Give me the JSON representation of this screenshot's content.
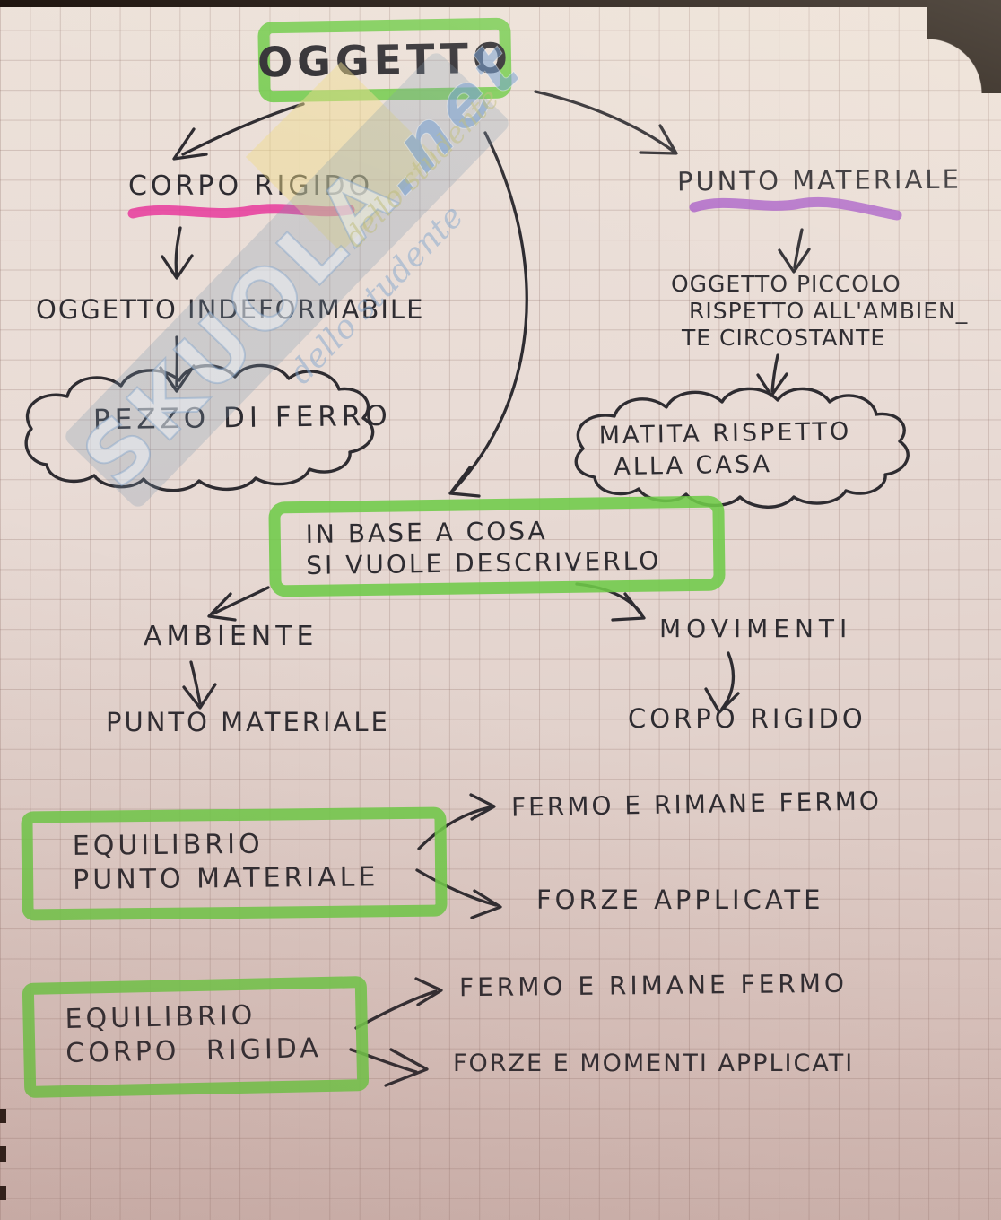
{
  "watermark": {
    "brand": "SKUOLA",
    "domain": ".net",
    "tagline": "dello studente",
    "tagline2": "dello studente"
  },
  "map": {
    "title": "OGGETTO",
    "left_branch": {
      "heading": "CORPO RIGIDO",
      "definition": "OGGETTO INDEFORMABILE",
      "example": "PEZZO DI FERRO"
    },
    "right_branch": {
      "heading": "PUNTO MATERIALE",
      "definition_line1": "OGGETTO PICCOLO",
      "definition_line2": "RISPETTO ALL'AMBIEN_",
      "definition_line3": "TE CIRCOSTANTE",
      "example_line1": "MATITA RISPETTO",
      "example_line2": "ALLA CASA"
    },
    "center": {
      "line1": "IN BASE A COSA",
      "line2": "SI VUOLE DESCRIVERLO"
    },
    "criteria": {
      "left_label": "AMBIENTE",
      "left_result": "PUNTO MATERIALE",
      "right_label": "MOVIMENTI",
      "right_result": "CORPO RIGIDO"
    },
    "equilibrio_punto": {
      "line1": "EQUILIBRIO",
      "line2": "PUNTO MATERIALE",
      "outcome1": "FERMO E RIMANE FERMO",
      "outcome2": "FORZE APPLICATE"
    },
    "equilibrio_corpo": {
      "line1": "EQUILIBRIO",
      "line2": "CORPO RIGIDA",
      "outcome1": "FERMO E RIMANE FERMO",
      "outcome2": "FORZE E MOMENTI APPLICATI"
    }
  },
  "colors": {
    "marker_green": "#6fcb49",
    "underline_pink": "#e83a9c",
    "underline_purple": "#a85ac8",
    "ink": "#2e2c31",
    "paper": "#e9dcd5"
  }
}
